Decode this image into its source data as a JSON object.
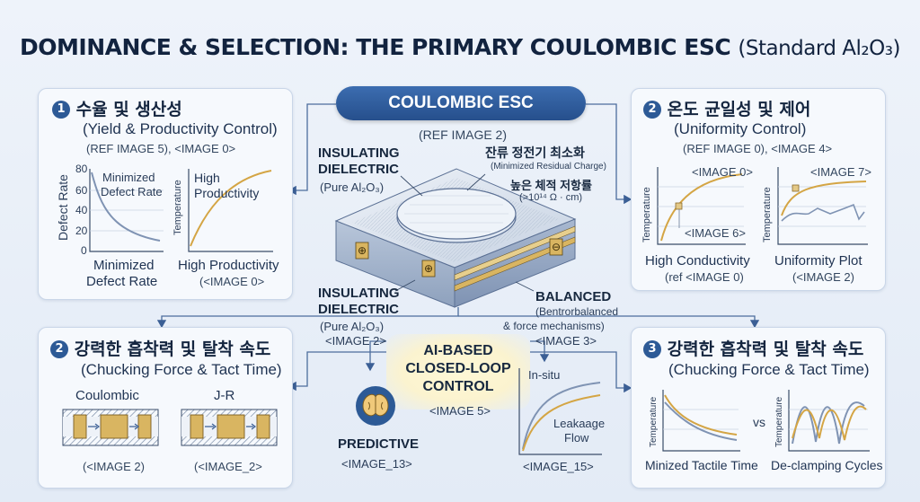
{
  "title": {
    "main": "DOMINANCE & SELECTION: THE PRIMARY COULOMBIC ESC",
    "sub": "(Standard Al₂O₃)"
  },
  "center": {
    "header": "COULOMBIC ESC",
    "ref": "(REF IMAGE 2)",
    "insulating_top": {
      "title_line1": "INSULATING",
      "title_line2": "DIELECTRIC",
      "sub": "(Pure Al₂O₃)"
    },
    "residual": {
      "ko": "잔류 정전기 최소화",
      "en": "(Minimized Residual Charge)"
    },
    "resistivity": {
      "ko": "높은 체적 저항률",
      "value": "(>10¹⁴ Ω · cm)"
    },
    "insulating_bottom": {
      "title_line1": "INSULATING",
      "title_line2": "DIELECTRIC",
      "sub": "(Pure Al₂O₃)",
      "ref": "<IMAGE 2>"
    },
    "balanced": {
      "title": "BALANCED",
      "line1": "(Bentrorbalanced",
      "line2": "& force mechanisms)",
      "ref": "<IMAGE 3>"
    },
    "ai": {
      "line1": "AI-BASED",
      "line2": "CLOSED-LOOP",
      "line3": "CONTROL",
      "ref": "<IMAGE 5>"
    },
    "predictive": {
      "label": "PREDICTIVE",
      "ref": "<IMAGE_13>",
      "icon": "brain-icon"
    },
    "insitu_chart": {
      "label_top": "In-situ",
      "label_mid": "Leakaage",
      "label_mid2": "Flow",
      "ref": "<IMAGE_15>"
    }
  },
  "panel1": {
    "number": "1",
    "title_ko": "수율 및 생산성",
    "title_en": "(Yield & Productivity Control)",
    "refs": "(REF IMAGE 5), <IMAGE 0>",
    "chart_a": {
      "ylabel": "Defect Rate",
      "yticks": [
        "80",
        "60",
        "40",
        "20",
        "0"
      ],
      "annotation_line1": "Minimized",
      "annotation_line2": "Defect Rate",
      "caption_line1": "Minimized",
      "caption_line2": "Defect Rate"
    },
    "chart_b": {
      "ylabel": "Temperature",
      "annotation_line1": "High",
      "annotation_line2": "Productivity",
      "caption": "High Productivity",
      "ref": "(<IMAGE 0>"
    }
  },
  "panel2l": {
    "number": "2",
    "title_ko": "강력한 흡착력 및 탈착 속도",
    "title_en": "(Chucking Force & Tact Time)",
    "diagram_a": {
      "label": "Coulombic",
      "ref": "(<IMAGE 2)"
    },
    "diagram_b": {
      "label": "J-R",
      "ref": "(<IMAGE_2>"
    }
  },
  "panel2r": {
    "number": "2",
    "title_ko": "온도 균일성 및 제어",
    "title_en": "(Uniformity Control)",
    "refs": "(REF IMAGE 0), <IMAGE 4>",
    "chart_a": {
      "ylabel": "Temperature",
      "annotation_top": "<IMAGE 0>",
      "annotation_bottom": "<IMAGE 6>",
      "caption": "High Conductivity",
      "ref": "(ref <IMAGE 0)"
    },
    "chart_b": {
      "ylabel": "Temperature",
      "annotation_top": "<IMAGE 7>",
      "caption": "Uniformity Plot",
      "ref": "(<IMAGE 2)"
    }
  },
  "panel3": {
    "number": "3",
    "title_ko": "강력한 흡착력 및 탈착 속도",
    "title_en": "(Chucking Force & Tact Time)",
    "chart_a": {
      "ylabel": "Temperature",
      "caption": "Minized Tactile Time"
    },
    "vs": "vs",
    "chart_b": {
      "ylabel": "Temperature",
      "caption": "De-clamping Cycles"
    }
  },
  "colors": {
    "accent_blue": "#2d5a96",
    "curve_gold": "#d4a544",
    "curve_blue": "#7f93b3",
    "panel_bg": "#f6f9fd"
  }
}
